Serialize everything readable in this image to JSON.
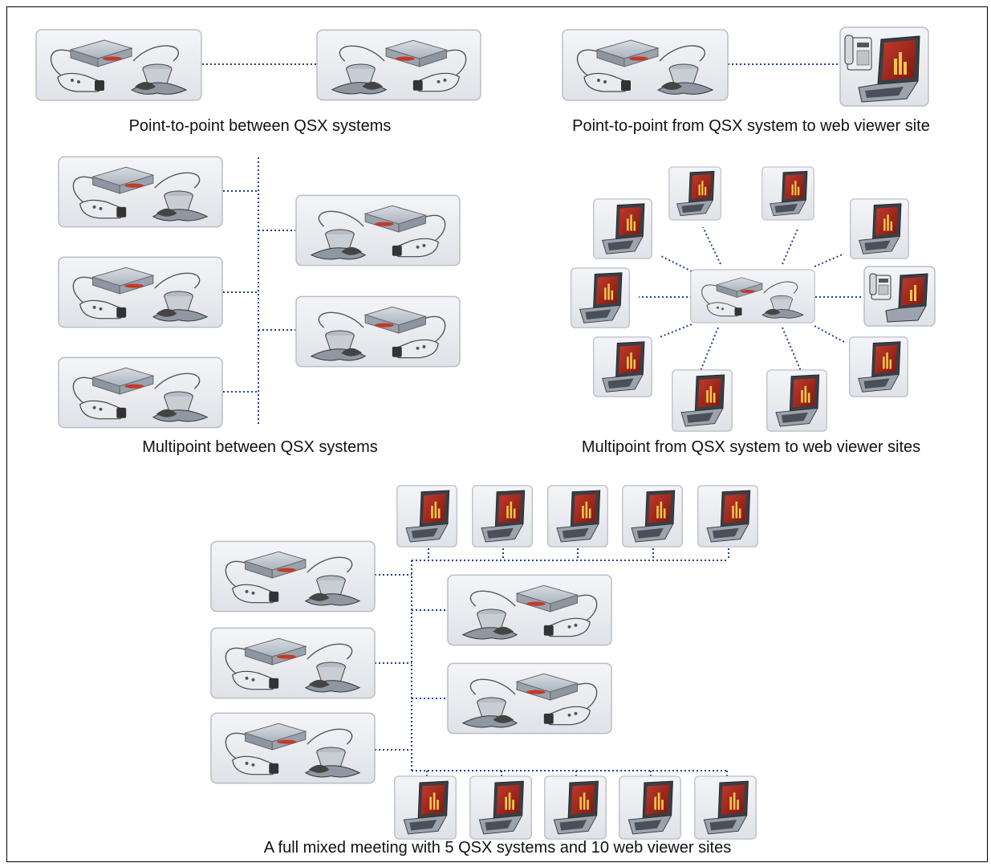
{
  "captions": {
    "p2p_qsx": "Point-to-point between QSX systems",
    "p2p_web": "Point-to-point from QSX system to web viewer site",
    "multi_qsx": "Multipoint between QSX systems",
    "multi_web": "Multipoint from QSX system to web viewer sites",
    "mixed": "A full mixed meeting with 5 QSX systems and 10 web viewer sites"
  },
  "colors": {
    "connector": "#1f3f8f",
    "tile_fill": "#e6e9ee",
    "tile_border": "#b9bec6",
    "screen_red": "#a3241c"
  },
  "icons": [
    "qsx-system-icon",
    "laptop-web-viewer-icon",
    "telephone-icon"
  ]
}
